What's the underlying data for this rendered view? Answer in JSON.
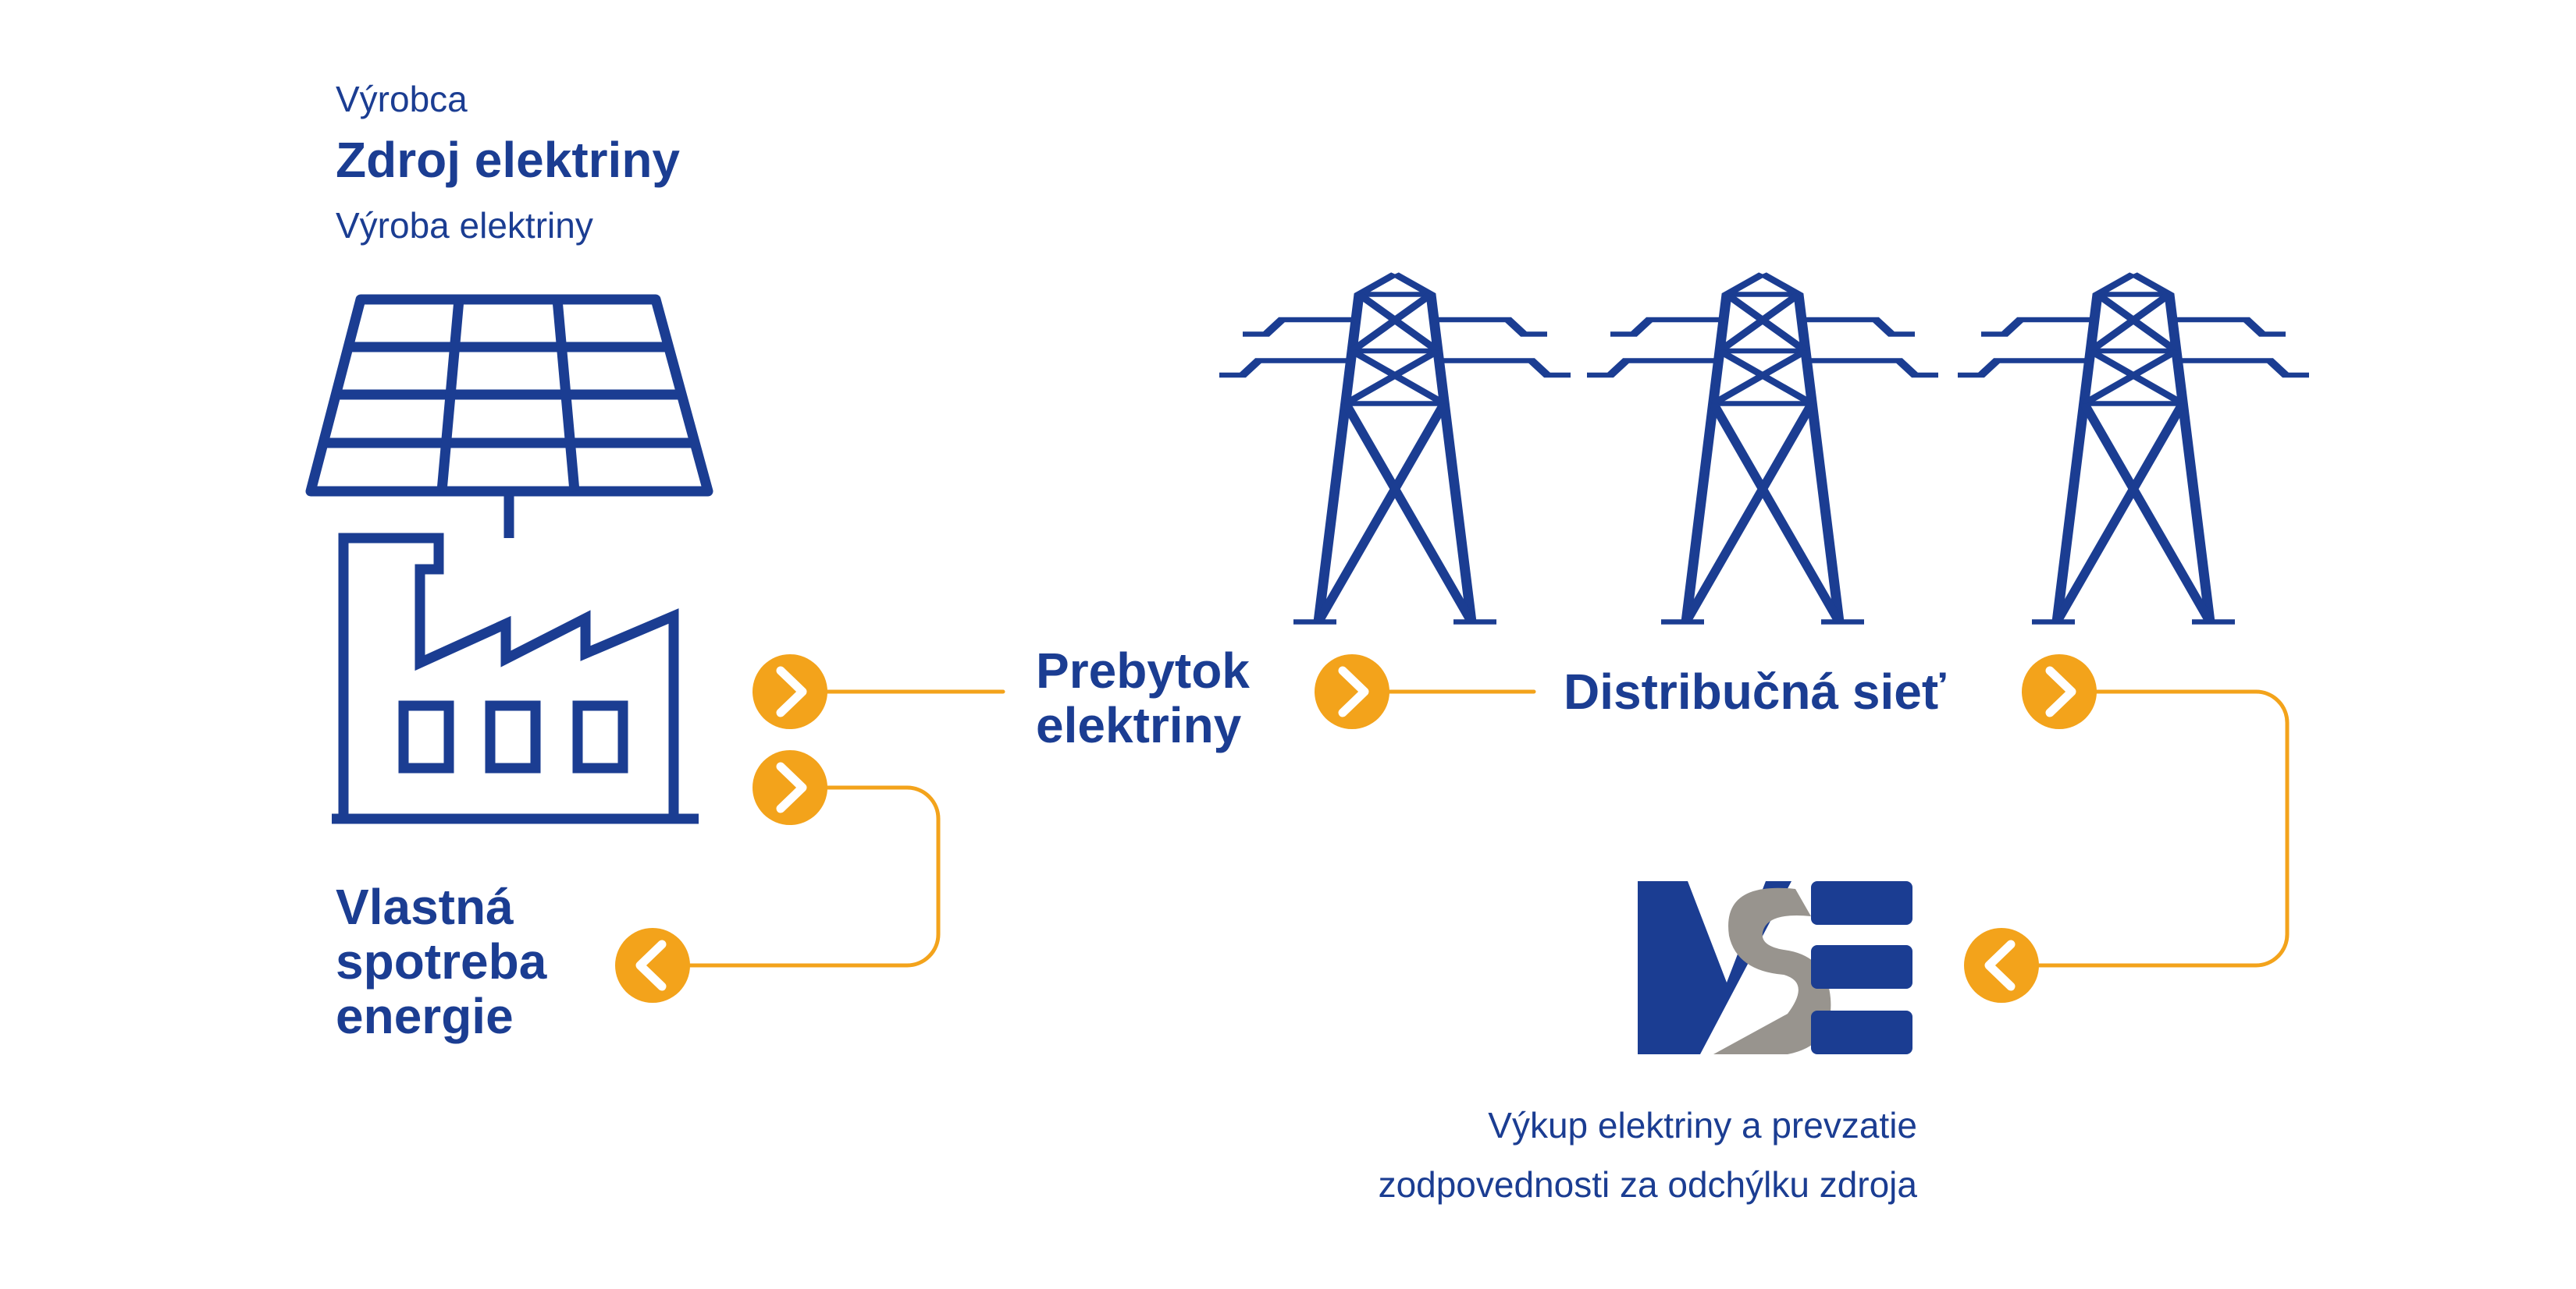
{
  "colors": {
    "primary": "#1b3d92",
    "accent": "#f3a31b",
    "logo_gray": "#98948e",
    "background": "#ffffff"
  },
  "producer": {
    "category": "Výrobca",
    "title": "Zdroj elektriny",
    "subtitle": "Výroba elektriny"
  },
  "nodes": {
    "self_consumption": {
      "line1": "Vlastná",
      "line2": "spotreba",
      "line3": "energie"
    },
    "surplus": {
      "line1": "Prebytok",
      "line2": "elektriny"
    },
    "grid": {
      "label": "Distribučná sieť"
    },
    "vse": {
      "logo_text": "VSE",
      "caption_line1": "Výkup elektriny a prevzatie",
      "caption_line2": "zodpovednosti za odchýlku zdroja"
    }
  },
  "icons": [
    "solar-panel-icon",
    "factory-icon",
    "power-pylon-icon",
    "chevron-right-icon",
    "chevron-left-icon"
  ]
}
